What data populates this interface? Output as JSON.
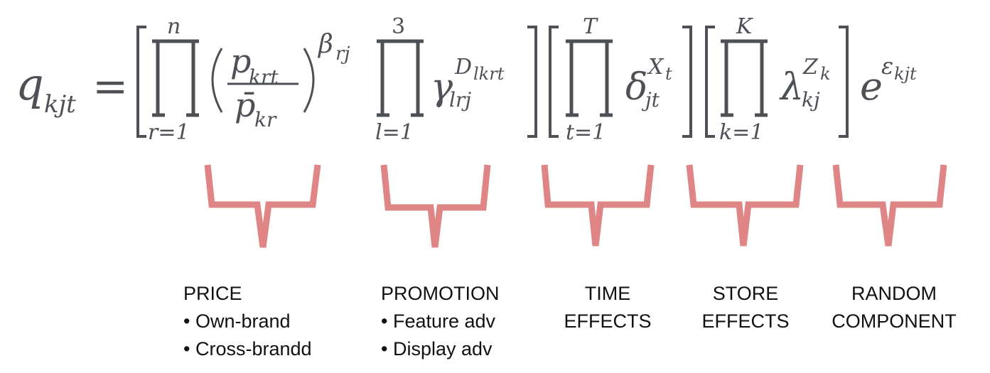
{
  "equation": {
    "lhs": "q",
    "lhs_sub": "kjt",
    "eq": "=",
    "p1_top": "n",
    "p1_bottom": "r=1",
    "frac_num": "p",
    "frac_num_sub": "krt",
    "frac_den": "p̄",
    "frac_den_sub": "kr",
    "price_exp": "β",
    "price_exp_sub": "rj",
    "p2_top": "3",
    "p2_bottom": "l=1",
    "gamma": "γ",
    "gamma_sub": "lrj",
    "gamma_sup": "D",
    "gamma_sup_sub": "lkrt",
    "p3_top": "T",
    "p3_bottom": "t=1",
    "delta": "δ",
    "delta_sub": "jt",
    "delta_sup": "X",
    "delta_sup_sub": "t",
    "p4_top": "K",
    "p4_bottom": "k=1",
    "lambda": "λ",
    "lambda_sub": "kj",
    "lambda_sup": "Z",
    "lambda_sup_sub": "k",
    "e": "e",
    "eps": "ε",
    "eps_sub": "kjt"
  },
  "labels": {
    "price": {
      "title": "PRICE",
      "items": [
        "• Own-brand",
        "• Cross-brandd"
      ]
    },
    "promotion": {
      "title": "PROMOTION",
      "items": [
        "• Feature adv",
        "• Display adv"
      ]
    },
    "time": {
      "line1": "TIME",
      "line2": "EFFECTS"
    },
    "store": {
      "line1": "STORE",
      "line2": "EFFECTS"
    },
    "random": {
      "line1": "RANDOM",
      "line2": "COMPONENT"
    }
  },
  "colors": {
    "text": "#4d5156",
    "brace": "#df8585",
    "label": "#111111"
  }
}
